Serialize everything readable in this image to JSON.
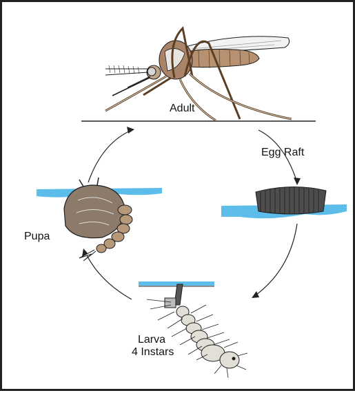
{
  "labels": {
    "adult": "Adult",
    "egg_raft": "Egg Raft",
    "pupa": "Pupa",
    "larva_line1": "Larva",
    "larva_line2": "4 Instars"
  },
  "colors": {
    "water": "#3fb2e6",
    "outline": "#1e1e1e",
    "mosquito_body": "#b89270",
    "pupa_body": "#8c7a6a",
    "larva_body": "#e2dfd6",
    "egg_raft": "#4d4d4d"
  }
}
